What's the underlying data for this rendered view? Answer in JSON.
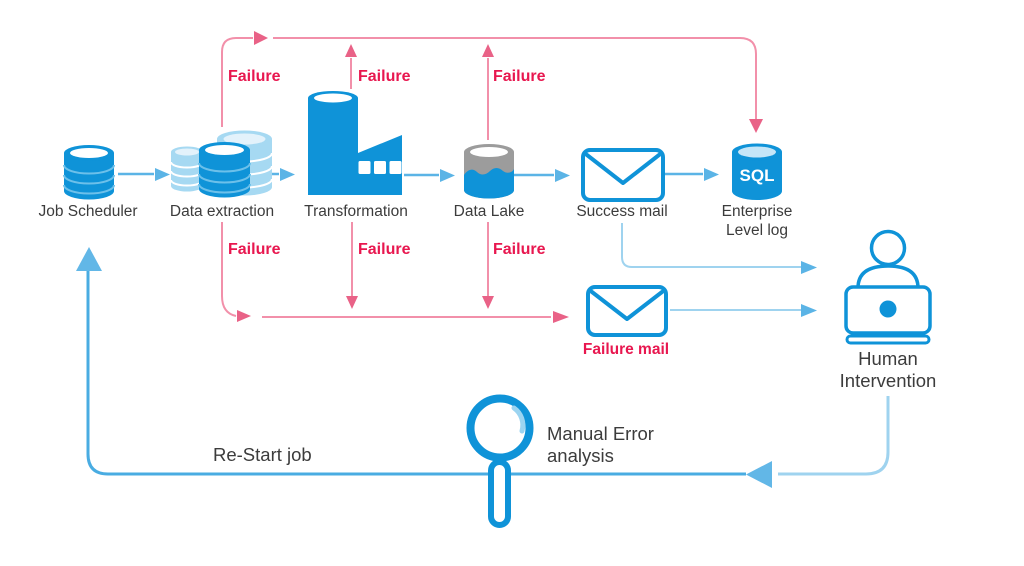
{
  "colors": {
    "primary_blue": "#0f93d8",
    "light_cyl": "#a6d9f2",
    "pale_cyl": "#e3f2fb",
    "sep_light": "#6cc0ea",
    "arrow_blue": "#5bb4e6",
    "line_light": "#9fd3ef",
    "restart_blue": "#49ace2",
    "big_arrow": "#62b7e7",
    "pink_line": "#f290aa",
    "pink_arrow": "#e96287",
    "failure_red": "#e8174f",
    "gray_top": "#9c9c9c",
    "label_dark": "#3c3c3c"
  },
  "nodes": {
    "job_scheduler": {
      "label": "Job Scheduler"
    },
    "data_extraction": {
      "label": "Data extraction"
    },
    "transformation": {
      "label": "Transformation"
    },
    "data_lake": {
      "label": "Data Lake"
    },
    "success_mail": {
      "label": "Success mail"
    },
    "enterprise_log": {
      "icon_text": "SQL",
      "label_line1": "Enterprise",
      "label_line2": "Level log"
    },
    "failure_mail": {
      "label": "Failure mail"
    },
    "human_intervention": {
      "label_line1": "Human",
      "label_line2": "Intervention"
    },
    "manual_error_analysis": {
      "label_line1": "Manual Error",
      "label_line2": "analysis"
    },
    "restart": {
      "label": "Re-Start job"
    }
  },
  "edge_labels": {
    "failure_top": [
      "Failure",
      "Failure",
      "Failure"
    ],
    "failure_bottom": [
      "Failure",
      "Failure",
      "Failure"
    ]
  }
}
